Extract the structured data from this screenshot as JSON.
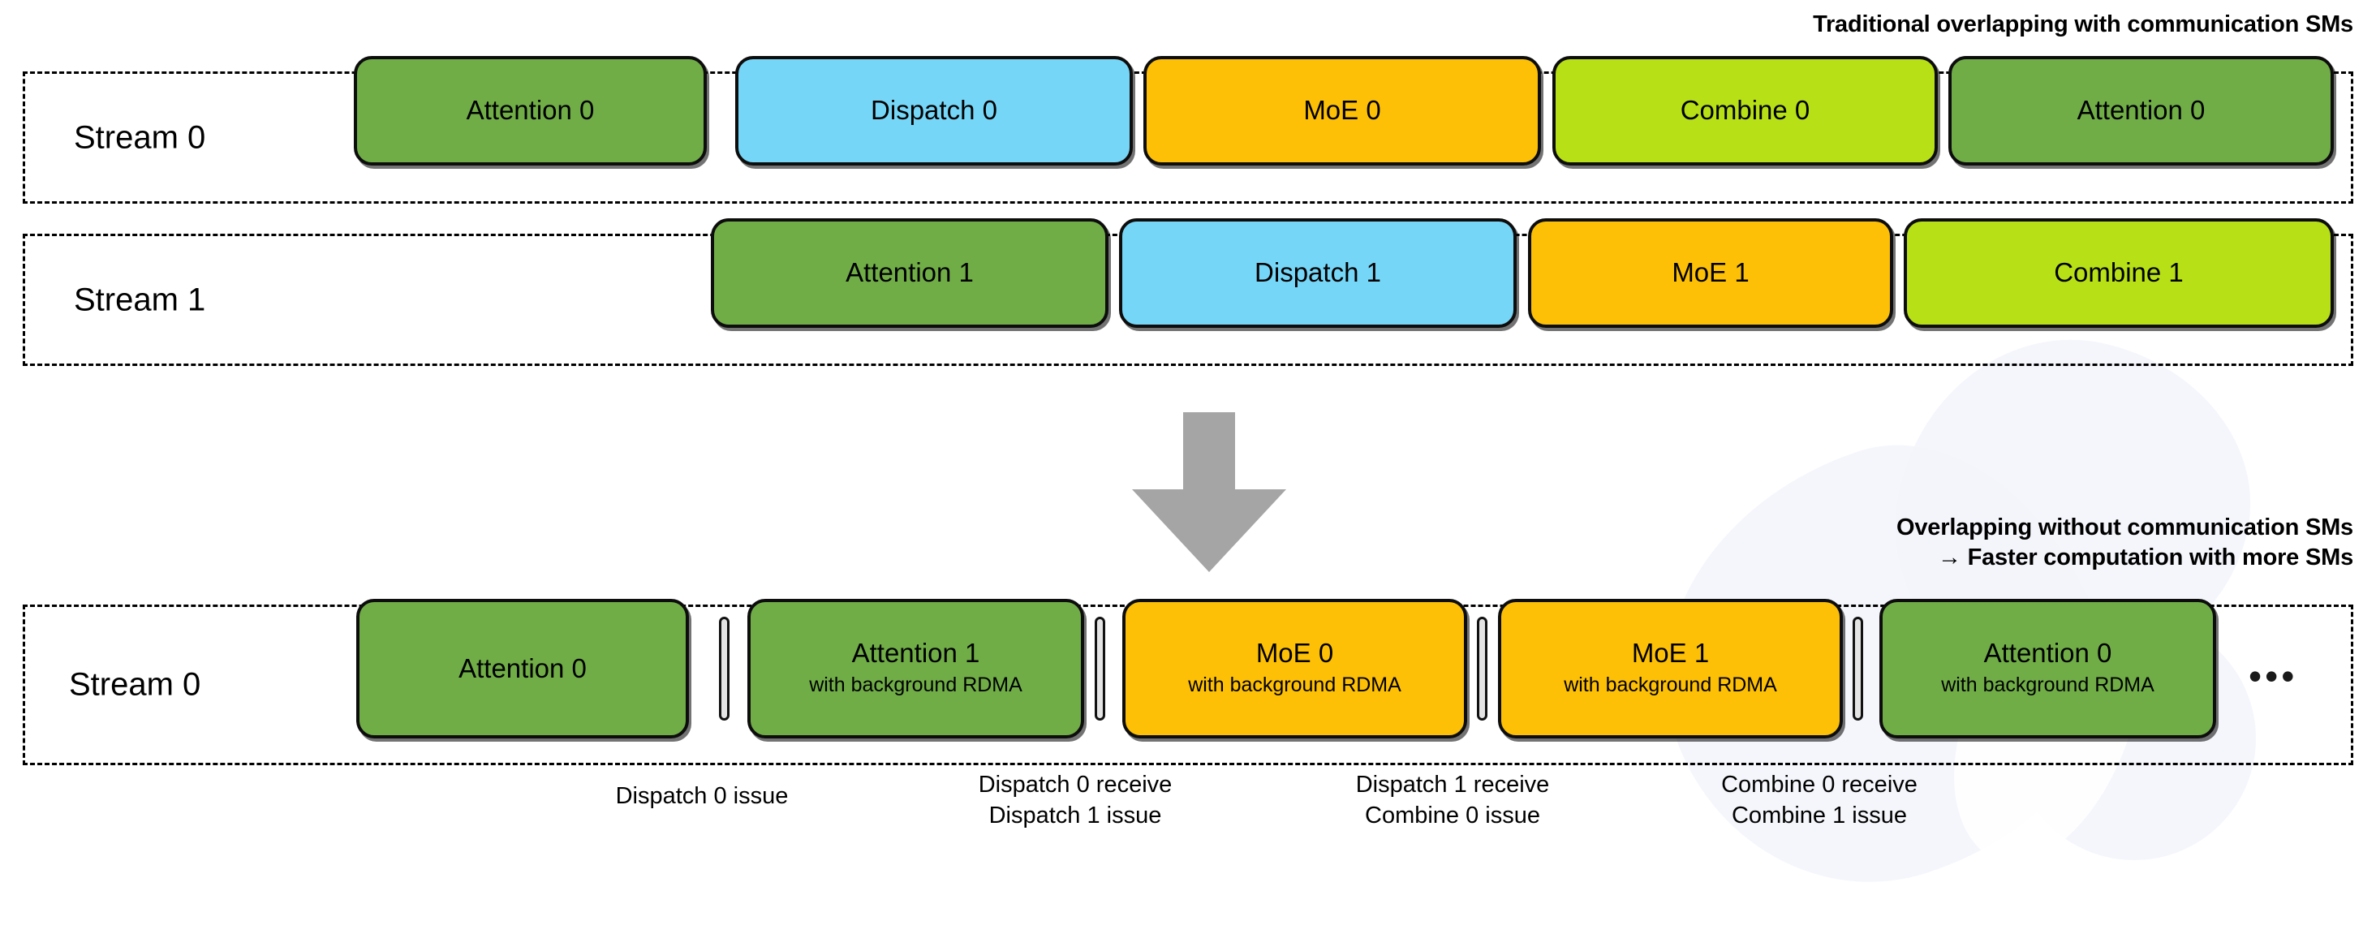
{
  "headings": {
    "top": "Traditional overlapping with communication SMs",
    "bottom_line1": "Overlapping without communication SMs",
    "bottom_line2": "→ Faster computation with more SMs"
  },
  "colors": {
    "green": "#70ad47",
    "blue": "#76d6f7",
    "orange": "#fdc007",
    "lime": "#b7e016",
    "arrow_grey": "#a5a5a5",
    "separator": "#e4e4e4",
    "outline": "#0d0d0d",
    "background": "#ffffff"
  },
  "lanes": [
    {
      "id": "top",
      "label": "Stream 0",
      "boxes": [
        {
          "title": "Attention 0",
          "sub": "",
          "color": "green"
        },
        {
          "title": "Dispatch 0",
          "sub": "",
          "color": "blue"
        },
        {
          "title": "MoE 0",
          "sub": "",
          "color": "orange"
        },
        {
          "title": "Combine 0",
          "sub": "",
          "color": "lime"
        },
        {
          "title": "Attention 0",
          "sub": "",
          "color": "green"
        }
      ]
    },
    {
      "id": "mid",
      "label": "Stream 1",
      "boxes": [
        {
          "title": "Attention 1",
          "sub": "",
          "color": "green"
        },
        {
          "title": "Dispatch 1",
          "sub": "",
          "color": "blue"
        },
        {
          "title": "MoE 1",
          "sub": "",
          "color": "orange"
        },
        {
          "title": "Combine 1",
          "sub": "",
          "color": "lime"
        }
      ]
    },
    {
      "id": "bottom",
      "label": "Stream 0",
      "ellipsis": "•••",
      "boxes": [
        {
          "title": "Attention 0",
          "sub": "",
          "color": "green"
        },
        {
          "title": "Attention 1",
          "sub": "with background RDMA",
          "color": "green"
        },
        {
          "title": "MoE 0",
          "sub": "with background RDMA",
          "color": "orange"
        },
        {
          "title": "MoE 1",
          "sub": "with background RDMA",
          "color": "orange"
        },
        {
          "title": "Attention 0",
          "sub": "with background RDMA",
          "color": "green"
        }
      ]
    }
  ],
  "captions": [
    {
      "line1": "Dispatch 0 issue",
      "line2": ""
    },
    {
      "line1": "Dispatch 0 receive",
      "line2": "Dispatch 1 issue"
    },
    {
      "line1": "Dispatch 1 receive",
      "line2": "Combine 0 issue"
    },
    {
      "line1": "Combine 0 receive",
      "line2": "Combine 1 issue"
    }
  ]
}
